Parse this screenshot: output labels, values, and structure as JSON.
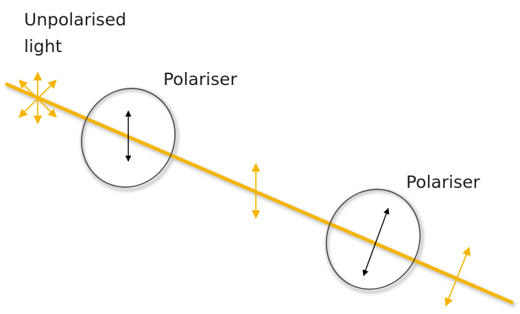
{
  "labels": {
    "unpolarised_line1": "Unpolarised",
    "unpolarised_line2": "light",
    "polariser_first": "Polariser",
    "polariser_second": "Polariser"
  },
  "colors": {
    "beam": "#f5b400",
    "beam_shadow": "#c9c9c9",
    "polariser_outline": "#444444",
    "polariser_axis_arrow": "#000000",
    "polarisation_arrow": "#f5b400",
    "text": "#1f1f1f"
  },
  "icons": {
    "source_symbol": "unpolarised-light-star-icon",
    "polariser_axis": "double-headed-arrow-icon",
    "polarisation_state": "double-headed-arrow-icon"
  }
}
